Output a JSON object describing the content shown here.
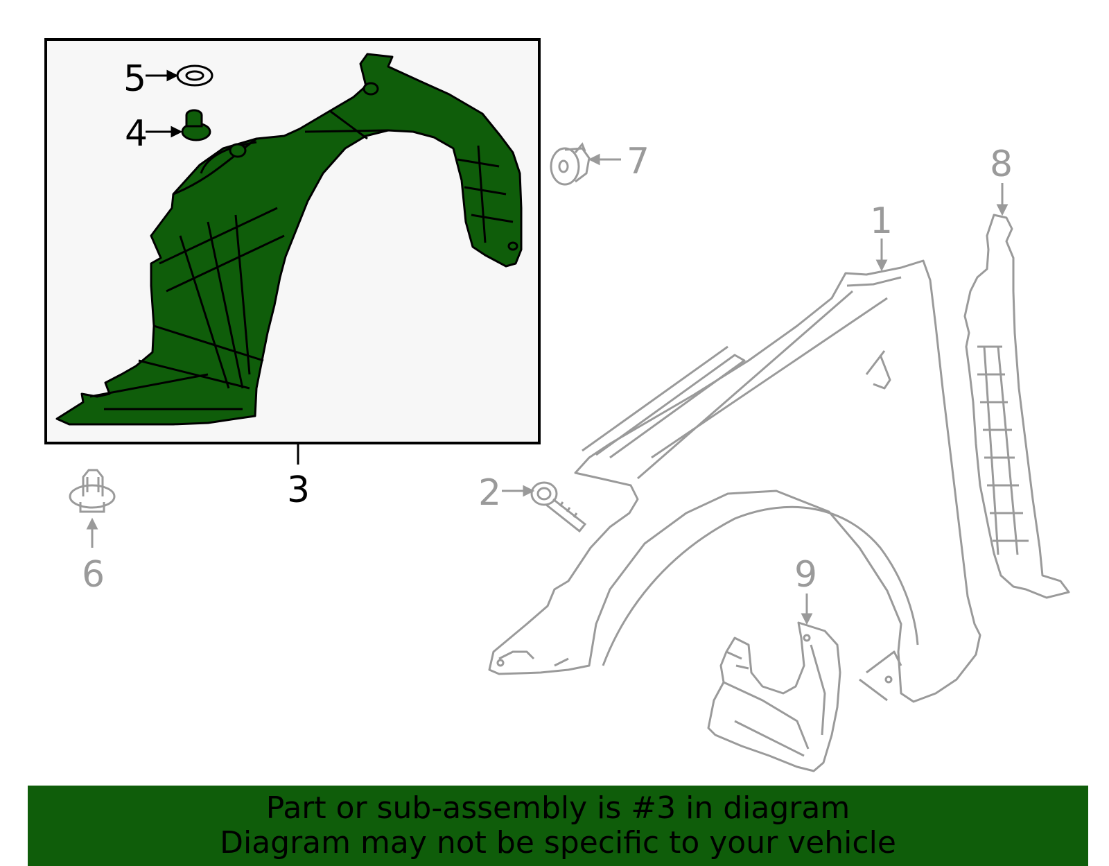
{
  "colors": {
    "highlight_fill": "#0f5d0a",
    "highlight_stroke": "#000000",
    "ghost_stroke": "#9a9a9a",
    "inset_background": "#f7f7f7",
    "banner_background": "#0f5d0a"
  },
  "callouts": {
    "c1": "1",
    "c2": "2",
    "c3": "3",
    "c4": "4",
    "c5": "5",
    "c6": "6",
    "c7": "7",
    "c8": "8",
    "c9": "9"
  },
  "banner": {
    "line1": "Part or sub-assembly is #3 in diagram",
    "line2": "Diagram may not be specific to your vehicle"
  }
}
